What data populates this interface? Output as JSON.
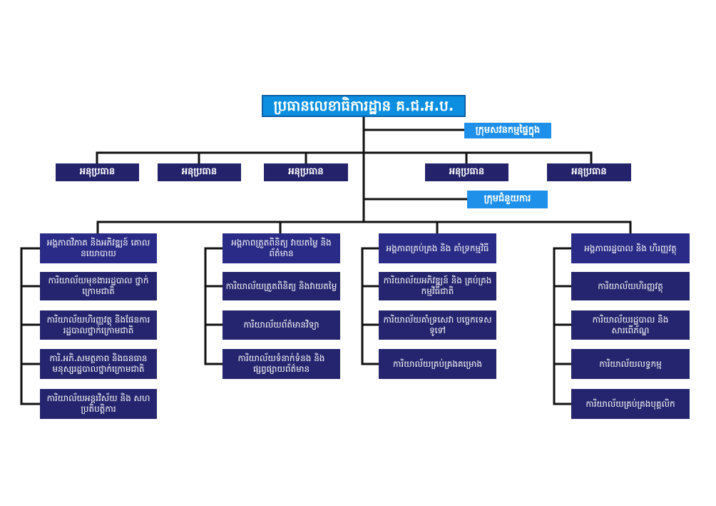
{
  "head": "ប្រធានលេខាធិការដ្ឋាន គ.ជ.អ.ប.",
  "internal_audit": "ក្រុមសវនកម្មផ្ទៃក្នុង",
  "deputies": [
    "អនុប្រធាន",
    "អនុប្រធាន",
    "អនុប្រធាន",
    "អនុប្រធាន",
    "អនុប្រធាន"
  ],
  "advisors": "ក្រុមជំនួយការ",
  "departments": [
    {
      "title": "អង្គភាពវិភាគ និងអភិវឌ្ឍន៍ គោលនយោបាយ",
      "offices": [
        "ការិយាល័យមុខងាររដ្ឋបាល ថ្នាក់ក្រោមជាតិ",
        "ការិយាល័យហិរញ្ញវត្ថុ និងផែនការ រដ្ឋបាលថ្នាក់ក្រោមជាតិ",
        "ការិ.អភិ.សមត្ថភាព និងធនធាន មនុស្សរដ្ឋបាលថ្នាក់ក្រោមជាតិ",
        "ការិយាល័យអន្តរវិស័យ និង សហប្រតិបត្តិការ"
      ]
    },
    {
      "title": "អង្គភាពត្រួតពិនិត្យ វាយតម្លៃ និងព័ត៌មាន",
      "offices": [
        "ការិយាល័យត្រួតពិនិត្យ និងវាយតម្លៃ",
        "ការិយាល័យព័ត៌មានវិទ្យា",
        "ការិយាល័យទំនាក់ទំនង និងផ្សព្វផ្សាយព័ត៌មាន"
      ]
    },
    {
      "title": "អង្គភាពគ្រប់គ្រង និង គាំទ្រកម្មវិធី",
      "offices": [
        "ការិយាល័យអភិវឌ្ឍន៍ និង គ្រប់គ្រងកម្មវិធីជាតិ",
        "ការិយាល័យគាំទ្រសេវា បច្ចេកទេសទូទៅ",
        "ការិយាល័យគ្រប់គ្រងគម្រោង"
      ]
    },
    {
      "title": "អង្គភាពរដ្ឋបាល និង ហិរញ្ញវត្ថុ",
      "offices": [
        "ការិយាល័យហិរញ្ញវត្ថុ",
        "ការិយាល័យរដ្ឋបាល និង សារពើភ័ណ្ឌ",
        "ការិយាល័យលទ្ធកម្ម",
        "ការិយាល័យគ្រប់គ្រងបុគ្គលិក"
      ]
    }
  ]
}
